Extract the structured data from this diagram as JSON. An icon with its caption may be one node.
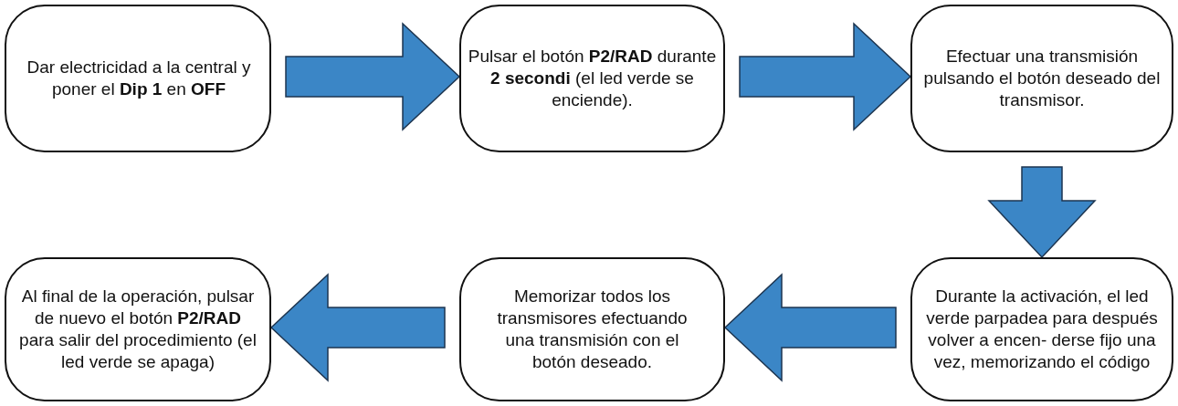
{
  "diagram": {
    "nodes": [
      {
        "text": [
          "Dar electricidad a la central y poner el **Dip 1** en **OFF**"
        ]
      },
      {
        "text": [
          "Pulsar el botón **P2/RAD** durante **2 secondi** (el led verde se enciende)."
        ]
      },
      {
        "text": [
          "Efectuar una transmisión pulsando el botón deseado del transmisor."
        ]
      },
      {
        "text": [
          "Durante la activación, el led verde parpadea para después volver a encen- derse fijo una vez, memorizando el código"
        ]
      },
      {
        "text": [
          "Memorizar todos los transmisores efectuando una transmisión con el botón deseado."
        ]
      },
      {
        "text": [
          "Al final de la operación, pulsar de nuevo el botón **P2/RAD** para salir del procedimiento (el led verde se apaga)"
        ]
      }
    ],
    "edges": [
      {
        "from": 0,
        "to": 1,
        "arrow": "to"
      },
      {
        "from": 1,
        "to": 2,
        "arrow": "to"
      },
      {
        "from": 2,
        "to": 3,
        "arrow": "to"
      },
      {
        "from": 3,
        "to": 4,
        "arrow": "to"
      },
      {
        "from": 4,
        "to": 5,
        "arrow": "to"
      }
    ]
  }
}
